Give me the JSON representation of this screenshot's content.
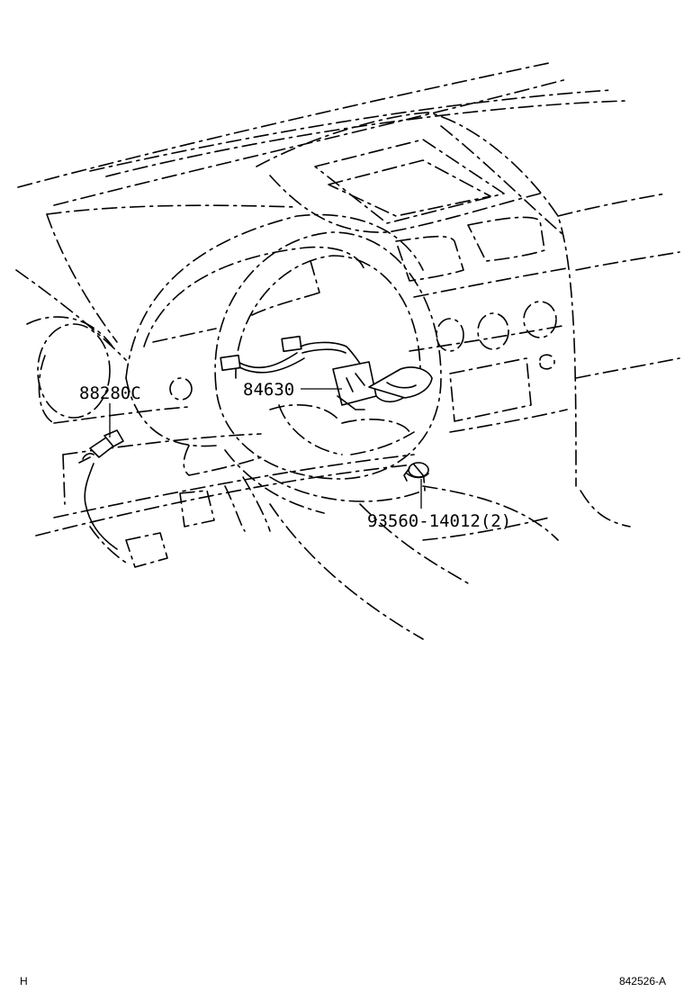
{
  "callouts": {
    "sensor": "88280C",
    "wiring": "84630",
    "bolt": "93560-14012(2)"
  },
  "footer": {
    "left": "H",
    "right": "842526-A"
  }
}
